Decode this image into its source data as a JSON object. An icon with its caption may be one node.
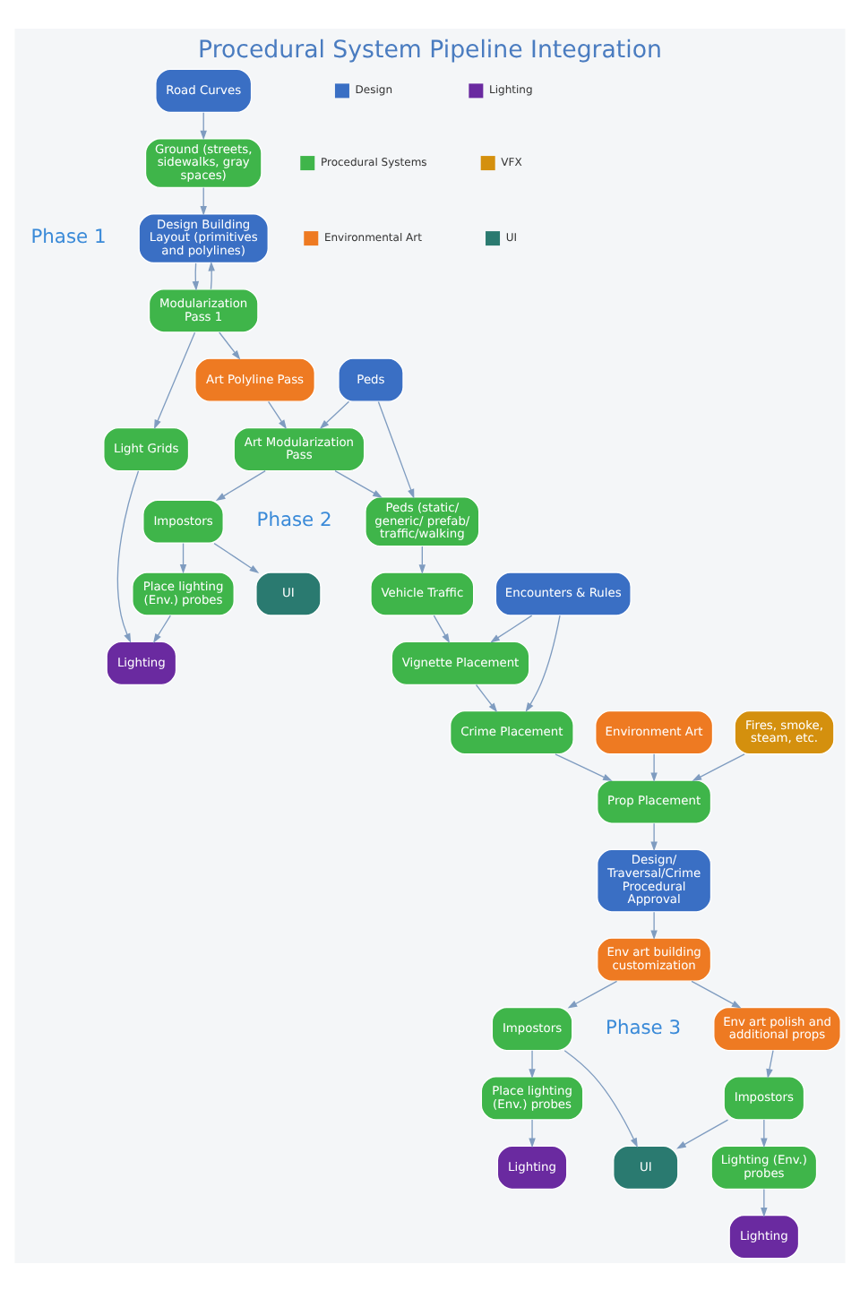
{
  "diagram": {
    "title": "Procedural System Pipeline Integration",
    "nodes": [
      {
        "text": [
          "Road Curves"
        ]
      },
      {
        "text": [
          "Ground (streets, sidewalks, gray spaces)"
        ]
      },
      {
        "text": [
          "Design Building Layout (primitives and polylines)"
        ]
      },
      {
        "text": [
          "Modularization Pass 1"
        ]
      },
      {
        "text": [
          "Light Grids"
        ]
      },
      {
        "text": [
          "Art Polyline Pass"
        ]
      },
      {
        "text": [
          "Art Modularization Pass"
        ]
      },
      {
        "text": [
          "Impostors"
        ]
      },
      {
        "text": [
          "Peds"
        ]
      },
      {
        "text": [
          "Peds (static/ generic/ prefab/ traffic/walking"
        ]
      },
      {
        "text": [
          "Place lighting (Env.) probes"
        ]
      },
      {
        "text": [
          "Lighting"
        ]
      },
      {
        "text": [
          "UI"
        ]
      },
      {
        "text": [
          "Vehicle Traffic"
        ]
      },
      {
        "text": [
          "Encounters & Rules"
        ]
      },
      {
        "text": [
          "Vignette Placement"
        ]
      },
      {
        "text": [
          "Crime Placement"
        ]
      },
      {
        "text": [
          "Environment Art"
        ]
      },
      {
        "text": [
          "Prop Placement"
        ]
      },
      {
        "text": [
          "Fires, smoke, steam, etc."
        ]
      },
      {
        "text": [
          "Design/ Traversal/Crime Procedural Approval"
        ]
      },
      {
        "text": [
          "Env art building customization"
        ]
      },
      {
        "text": [
          "Impostors"
        ]
      },
      {
        "text": [
          "Env art polish and additional props"
        ]
      },
      {
        "text": [
          "Place lighting (Env.) probes"
        ]
      },
      {
        "text": [
          "Lighting"
        ]
      },
      {
        "text": [
          "Impostors"
        ]
      },
      {
        "text": [
          "Lighting (Env.) probes"
        ]
      },
      {
        "text": [
          "Lighting"
        ]
      },
      {
        "text": [
          "UI"
        ]
      }
    ],
    "edges": [
      {
        "from": 0,
        "to": 1,
        "arrow": "to"
      },
      {
        "from": 1,
        "to": 2,
        "arrow": "to"
      },
      {
        "from": 2,
        "to": 3,
        "arrow": "to"
      },
      {
        "from": 3,
        "to": 4,
        "arrow": "to"
      },
      {
        "from": 3,
        "to": 2,
        "arrow": "to"
      },
      {
        "from": 3,
        "to": 5,
        "arrow": "to"
      },
      {
        "from": 5,
        "to": 6,
        "arrow": "to"
      },
      {
        "from": 6,
        "to": 7,
        "arrow": "to"
      },
      {
        "from": 6,
        "to": 9,
        "arrow": "to"
      },
      {
        "from": 8,
        "to": 6,
        "arrow": "to"
      },
      {
        "from": 8,
        "to": 9,
        "arrow": "to"
      },
      {
        "from": 7,
        "to": 10,
        "arrow": "to"
      },
      {
        "from": 7,
        "to": 12,
        "arrow": "to"
      },
      {
        "from": 4,
        "to": 11,
        "arrow": "to"
      },
      {
        "from": 10,
        "to": 11,
        "arrow": "to"
      },
      {
        "from": 9,
        "to": 13,
        "arrow": "to"
      },
      {
        "from": 13,
        "to": 15,
        "arrow": "to"
      },
      {
        "from": 14,
        "to": 15,
        "arrow": "to"
      },
      {
        "from": 14,
        "to": 16,
        "arrow": "to"
      },
      {
        "from": 15,
        "to": 16,
        "arrow": "to"
      },
      {
        "from": 16,
        "to": 18,
        "arrow": "to"
      },
      {
        "from": 17,
        "to": 18,
        "arrow": "to"
      },
      {
        "from": 19,
        "to": 18,
        "arrow": "to"
      },
      {
        "from": 18,
        "to": 20,
        "arrow": "to"
      },
      {
        "from": 20,
        "to": 21,
        "arrow": "to"
      },
      {
        "from": 21,
        "to": 22,
        "arrow": "to"
      },
      {
        "from": 21,
        "to": 23,
        "arrow": "to"
      },
      {
        "from": 22,
        "to": 24,
        "arrow": "to"
      },
      {
        "from": 24,
        "to": 25,
        "arrow": "to"
      },
      {
        "from": 22,
        "to": 29,
        "arrow": "to"
      },
      {
        "from": 23,
        "to": 26,
        "arrow": "to"
      },
      {
        "from": 26,
        "to": 29,
        "arrow": "to"
      },
      {
        "from": 26,
        "to": 27,
        "arrow": "to"
      },
      {
        "from": 27,
        "to": 28,
        "arrow": "to"
      }
    ],
    "labels": [
      "Phase 1",
      "Phase 2",
      "Phase 3"
    ],
    "legend": [
      {
        "text": "Design",
        "color": "#3a6fc4"
      },
      {
        "text": "Lighting",
        "color": "#6a2aa0"
      },
      {
        "text": "Procedural Systems",
        "color": "#3fb54a"
      },
      {
        "text": "VFX",
        "color": "#d4900e"
      },
      {
        "text": "Environmental Art",
        "color": "#ee7a22"
      },
      {
        "text": "UI",
        "color": "#2a7a70"
      }
    ]
  }
}
